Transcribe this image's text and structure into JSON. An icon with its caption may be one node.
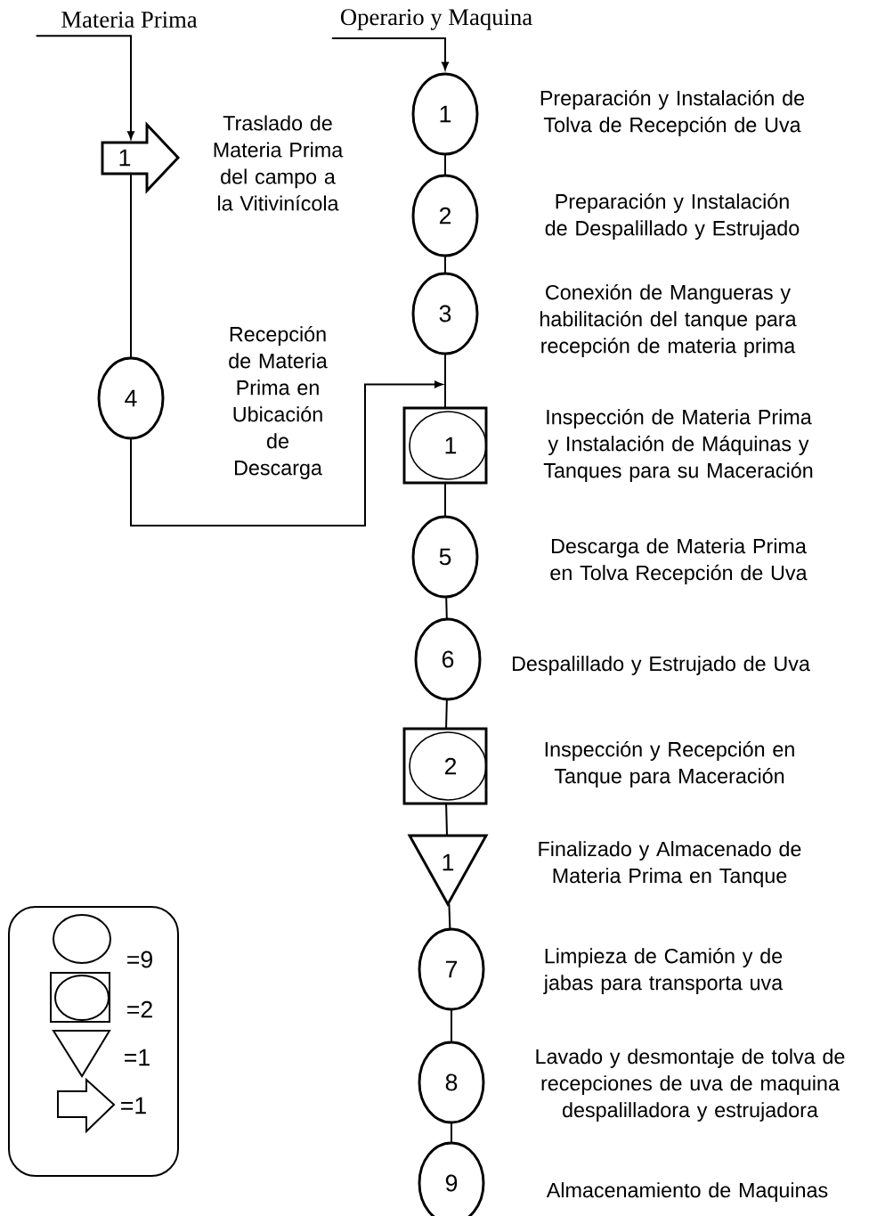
{
  "diagram": {
    "nodes": [
      {
        "text": [
          "Materia Prima"
        ]
      },
      {
        "text": [
          "Operario y Maquina"
        ]
      },
      {
        "text": [
          "1"
        ],
        "beside": [
          "Traslado de Materia Prima del campo a la Vitivinícola"
        ]
      },
      {
        "text": [
          "1"
        ],
        "beside": [
          "Preparación y Instalación de Tolva de Recepción de Uva"
        ]
      },
      {
        "text": [
          "2"
        ],
        "beside": [
          "Preparación y Instalación de Despalillado y Estrujado"
        ]
      },
      {
        "text": [
          "3"
        ],
        "beside": [
          "Conexión de Mangueras y habilitación del tanque para recepción de materia prima"
        ]
      },
      {
        "text": [
          "4"
        ],
        "beside": [
          "Recepción de Materia Prima en Ubicación de Descarga"
        ]
      },
      {
        "text": [
          "1"
        ],
        "beside": [
          "Inspección de Materia Prima y Instalación de Máquinas y Tanques para su Maceración"
        ]
      },
      {
        "text": [
          "5"
        ],
        "beside": [
          "Descarga de Materia Prima en Tolva Recepción de Uva"
        ]
      },
      {
        "text": [
          "6"
        ],
        "beside": [
          "Despalillado y Estrujado de Uva"
        ]
      },
      {
        "text": [
          "2"
        ],
        "beside": [
          "Inspección y Recepción en Tanque para Maceración"
        ]
      },
      {
        "text": [
          "1"
        ],
        "beside": [
          "Finalizado y Almacenado de Materia Prima en Tanque"
        ]
      },
      {
        "text": [
          "7"
        ],
        "beside": [
          "Limpieza de Camión y de jabas para transporta uva"
        ]
      },
      {
        "text": [
          "8"
        ],
        "beside": [
          "Lavado y desmontaje de tolva de recepciones de uva de maquina despalilladora y estrujadora"
        ]
      },
      {
        "text": [
          "9"
        ],
        "beside": [
          "Almacenamiento de Maquinas"
        ]
      }
    ],
    "edges": [
      {
        "from": 0,
        "to": 2,
        "arrow": "to"
      },
      {
        "from": 1,
        "to": 3,
        "arrow": "to"
      },
      {
        "from": 2,
        "to": 6,
        "arrow": "none"
      },
      {
        "from": 3,
        "to": 4,
        "arrow": "none"
      },
      {
        "from": 4,
        "to": 5,
        "arrow": "none"
      },
      {
        "from": 5,
        "to": 7,
        "arrow": "none"
      },
      {
        "from": 6,
        "to": 7,
        "arrow": "to"
      },
      {
        "from": 7,
        "to": 8,
        "arrow": "none"
      },
      {
        "from": 8,
        "to": 9,
        "arrow": "none"
      },
      {
        "from": 9,
        "to": 10,
        "arrow": "none"
      },
      {
        "from": 10,
        "to": 11,
        "arrow": "none"
      },
      {
        "from": 11,
        "to": 12,
        "arrow": "none"
      },
      {
        "from": 12,
        "to": 13,
        "arrow": "none"
      },
      {
        "from": 13,
        "to": 14,
        "arrow": "none"
      }
    ],
    "legend": [
      {
        "text": "=9"
      },
      {
        "text": "=2"
      },
      {
        "text": "=1"
      },
      {
        "text": "=1"
      }
    ]
  }
}
